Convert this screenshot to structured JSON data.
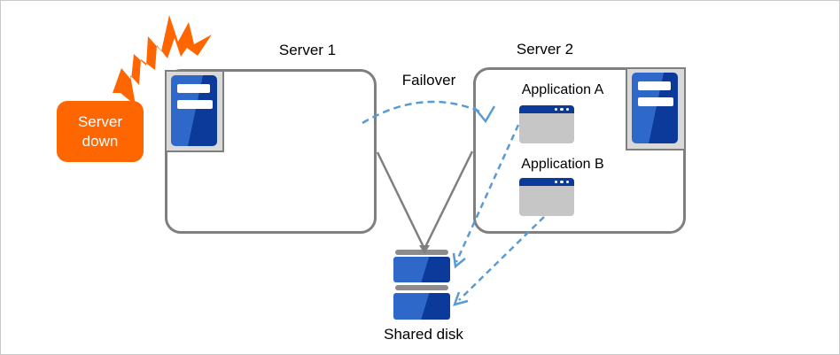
{
  "labels": {
    "server1": "Server 1",
    "server2": "Server 2",
    "failover": "Failover",
    "application_a": "Application A",
    "application_b": "Application B",
    "shared_disk": "Shared disk",
    "server_down_line1": "Server",
    "server_down_line2": "down"
  },
  "colors": {
    "accent_orange": "#ff6600",
    "box_border_gray": "#7f7f7f",
    "server_blue_light": "#2e68c8",
    "server_blue_dark": "#0b3a9b",
    "app_window_body_gray": "#c6c6c6",
    "icon_frame_gray": "#d9d9d9",
    "dashed_arrow_blue": "#5b9bd5",
    "disk_cap_gray": "#8c8c8c",
    "text_black": "#000000",
    "canvas_border": "#c9c9c9"
  },
  "icons": [
    "explosion-icon",
    "server-tower-icon (Server 1)",
    "server-tower-icon (Server 2)",
    "app-window-icon (Application A)",
    "app-window-icon (Application B)",
    "shared-disk-icon"
  ],
  "edges": [
    {
      "from": "Server 1",
      "to": "Server 2",
      "label": "Failover",
      "style": "dashed blue arc with arrowhead"
    },
    {
      "from": "Server 1",
      "to": "Shared disk",
      "style": "solid gray line"
    },
    {
      "from": "Server 2",
      "to": "Shared disk",
      "style": "solid gray line with arrowhead at disk"
    },
    {
      "from": "Application A",
      "to": "Shared disk",
      "style": "dashed blue arrow"
    },
    {
      "from": "Application B",
      "to": "Shared disk",
      "style": "dashed blue arrow"
    }
  ]
}
